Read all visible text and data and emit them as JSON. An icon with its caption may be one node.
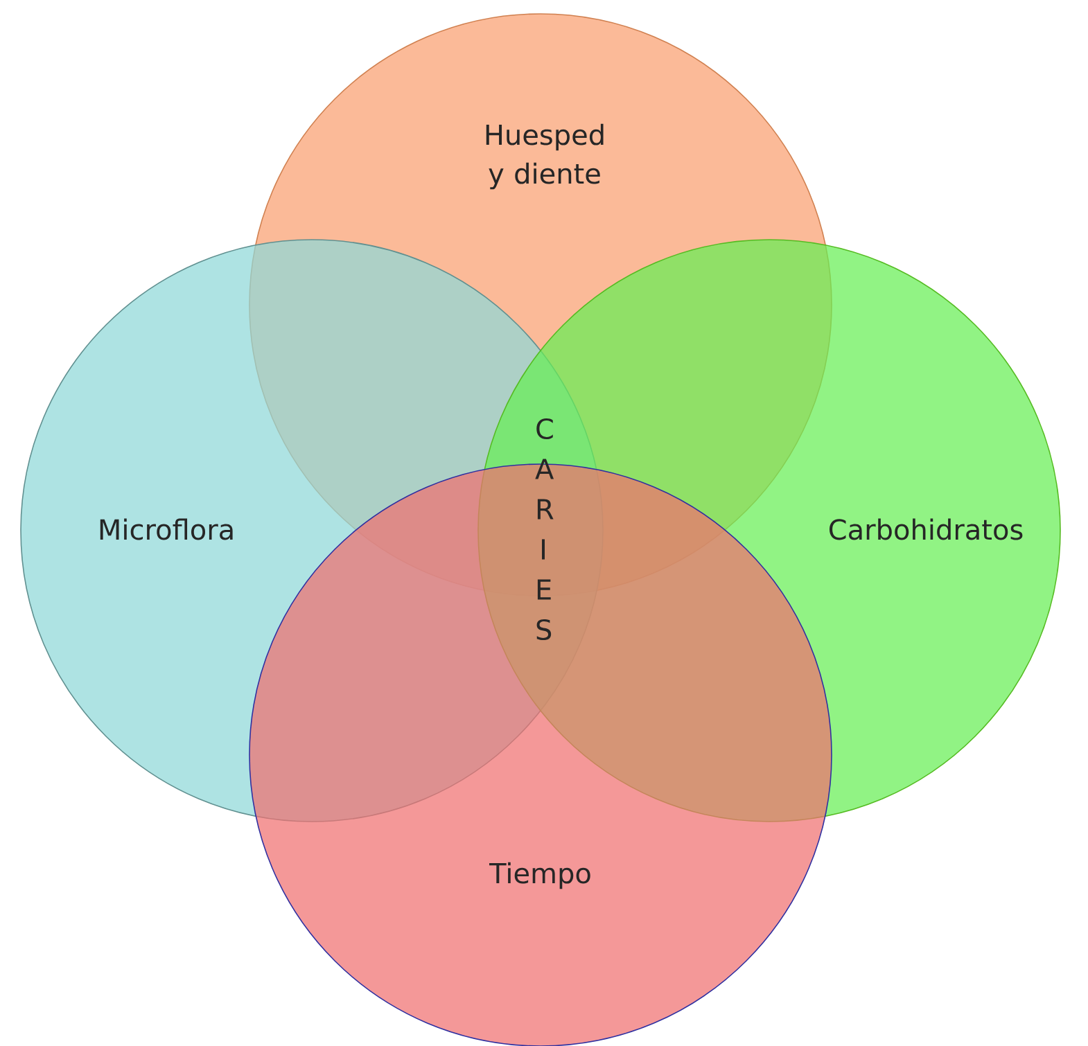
{
  "diagram": {
    "nodes": [
      {
        "text": [
          "Huesped y diente"
        ]
      },
      {
        "text": [
          "Microflora"
        ]
      },
      {
        "text": [
          "Carbohidratos"
        ]
      },
      {
        "text": [
          "Tiempo"
        ]
      }
    ],
    "labels": [
      "CARIES"
    ]
  }
}
